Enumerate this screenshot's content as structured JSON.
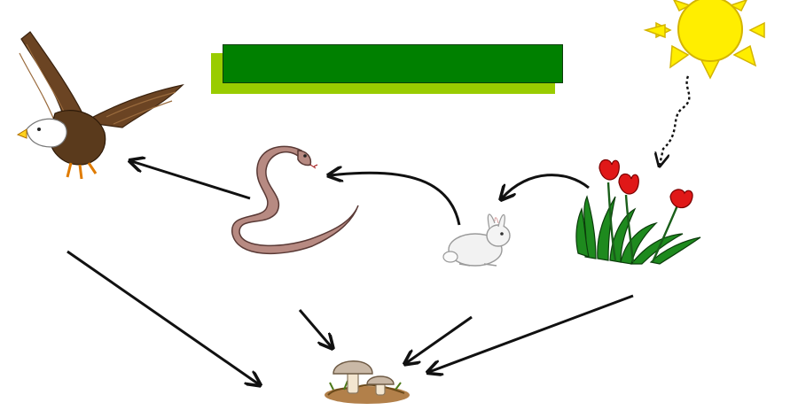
{
  "title": "",
  "colors": {
    "banner": "#008000",
    "banner_shadow": "#99cc00",
    "arrow": "#111111",
    "sun": "#ffee00",
    "sun_outline": "#d4b400"
  },
  "organisms": [
    {
      "id": "sun",
      "icon": "sun-icon"
    },
    {
      "id": "flowers",
      "icon": "tulip-icon"
    },
    {
      "id": "rabbit",
      "icon": "rabbit-icon"
    },
    {
      "id": "snake",
      "icon": "snake-icon"
    },
    {
      "id": "eagle",
      "icon": "eagle-icon"
    },
    {
      "id": "fungi",
      "icon": "mushroom-icon"
    }
  ],
  "energy_flows": [
    {
      "from": "sun",
      "to": "flowers",
      "style": "dotted"
    },
    {
      "from": "flowers",
      "to": "rabbit",
      "style": "solid"
    },
    {
      "from": "rabbit",
      "to": "snake",
      "style": "solid"
    },
    {
      "from": "snake",
      "to": "eagle",
      "style": "solid"
    },
    {
      "from": "eagle",
      "to": "fungi",
      "style": "solid"
    },
    {
      "from": "snake",
      "to": "fungi",
      "style": "solid"
    },
    {
      "from": "rabbit",
      "to": "fungi",
      "style": "solid"
    },
    {
      "from": "flowers",
      "to": "fungi",
      "style": "solid"
    }
  ]
}
